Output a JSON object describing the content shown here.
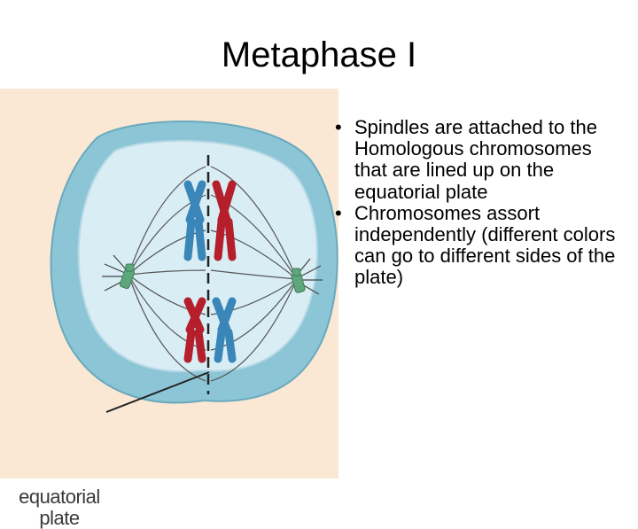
{
  "slide": {
    "title": "Metaphase I"
  },
  "figure": {
    "caption": "equatorial plate",
    "colors": {
      "background": "#fbe8d4",
      "cell_outer": "#8cc6d6",
      "cell_inner": "#d9edf5",
      "chromosome_blue": "#3a86b8",
      "chromosome_red": "#b51f2b",
      "centrosome": "#5ea67c",
      "spindle": "#555555"
    }
  },
  "bullets": [
    "Spindles are attached to the Homologous chromosomes that are lined up on the equatorial plate",
    "Chromosomes assort independently (different colors can go to different sides of the plate)"
  ]
}
